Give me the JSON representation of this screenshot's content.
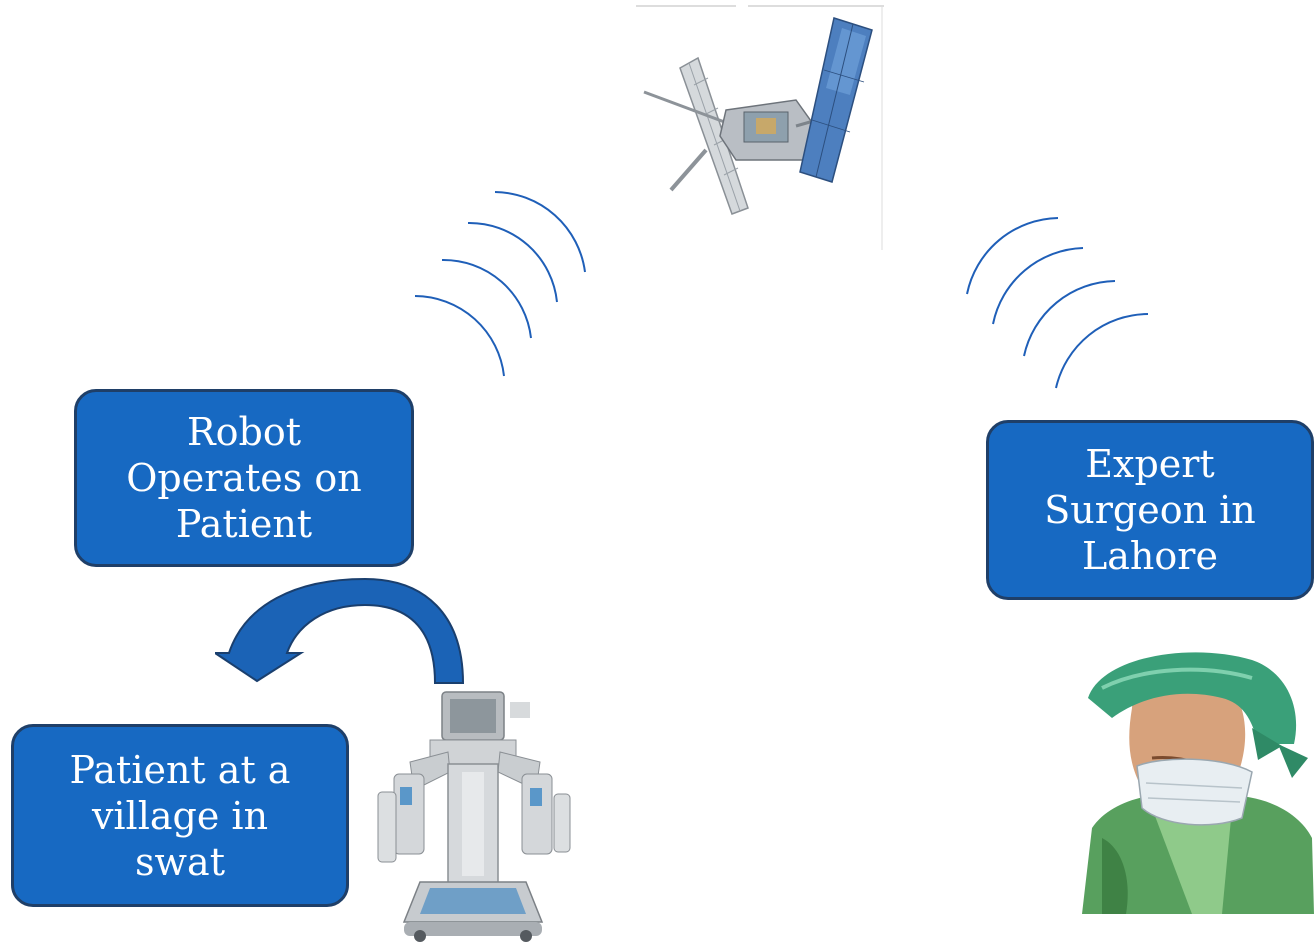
{
  "callouts": {
    "robot": [
      "Robot",
      "Operates on",
      "Patient"
    ],
    "surgeon": [
      "Expert",
      "Surgeon in",
      "Lahore"
    ],
    "patient": [
      "Patient at a",
      "village in",
      "swat"
    ]
  },
  "icons": {
    "satellite": "satellite-icon",
    "robot": "surgical-robot-icon",
    "surgeon": "surgeon-icon",
    "signal_left": "signal-waves-icon",
    "signal_right": "signal-waves-icon",
    "arrow": "curved-arrow-icon"
  },
  "colors": {
    "callout_fill": "#1769c2",
    "callout_border": "#1f3f68",
    "signal": "#1f5fb8",
    "text": "#ffffff"
  }
}
